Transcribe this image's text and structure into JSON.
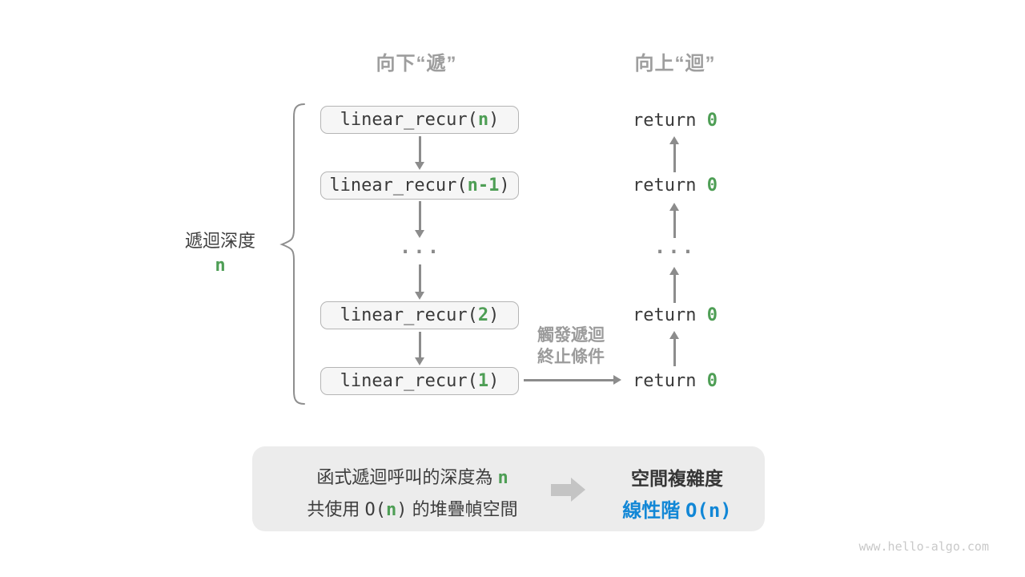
{
  "colors": {
    "green": "#4e9e55",
    "blue": "#1287d6"
  },
  "headers": {
    "down": "向下“遞”",
    "up": "向上“迴”"
  },
  "depth_label": {
    "title": "遞迴深度",
    "value": "n"
  },
  "call_stack": {
    "boxes": [
      {
        "segments": [
          {
            "t": "linear_recur("
          },
          {
            "t": "n",
            "c": "green"
          },
          {
            "t": ")"
          }
        ]
      },
      {
        "segments": [
          {
            "t": "linear_recur("
          },
          {
            "t": "n-1",
            "c": "green"
          },
          {
            "t": ")"
          }
        ]
      },
      {
        "segments": [
          {
            "t": "linear_recur("
          },
          {
            "t": "2",
            "c": "green"
          },
          {
            "t": ")"
          }
        ]
      },
      {
        "segments": [
          {
            "t": "linear_recur("
          },
          {
            "t": "1",
            "c": "green"
          },
          {
            "t": ")"
          }
        ]
      }
    ],
    "ellipsis": "..."
  },
  "returns": {
    "items": [
      {
        "segments": [
          {
            "t": "return "
          },
          {
            "t": "0",
            "c": "green"
          }
        ]
      },
      {
        "segments": [
          {
            "t": "return "
          },
          {
            "t": "0",
            "c": "green"
          }
        ]
      },
      {
        "segments": [
          {
            "t": "return "
          },
          {
            "t": "0",
            "c": "green"
          }
        ]
      },
      {
        "segments": [
          {
            "t": "return "
          },
          {
            "t": "0",
            "c": "green"
          }
        ]
      }
    ],
    "ellipsis": "..."
  },
  "terminate_label": {
    "line1": "觸發遞迴",
    "line2": "終止條件"
  },
  "summary": {
    "left_line1": {
      "segments": [
        {
          "t": "函式遞迴呼叫的深度為 "
        },
        {
          "t": "n",
          "c": "green",
          "m": 1
        }
      ]
    },
    "left_line2": {
      "segments": [
        {
          "t": "共使用 "
        },
        {
          "t": "O(",
          "m": 1
        },
        {
          "t": "n",
          "c": "green",
          "m": 1
        },
        {
          "t": ")",
          "m": 1
        },
        {
          "t": " 的堆疊幀空間"
        }
      ]
    },
    "right_title": "空間複雜度",
    "right_value": {
      "segments": [
        {
          "t": "線性階 ",
          "c": "blue"
        },
        {
          "t": "O(n)",
          "c": "blue",
          "m": 1
        }
      ]
    }
  },
  "watermark": "www.hello-algo.com"
}
